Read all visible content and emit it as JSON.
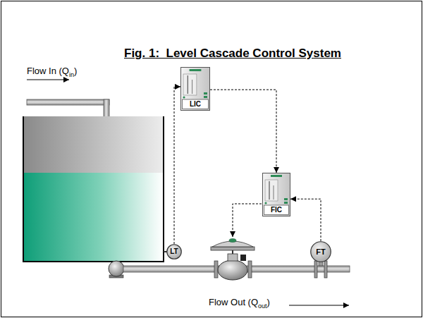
{
  "diagram": {
    "title": "Fig. 1:  Level Cascade Control System",
    "nodes": [
      {
        "text": [
          "LIC"
        ]
      },
      {
        "text": [
          "FIC"
        ]
      },
      {
        "text": [
          "LT"
        ]
      },
      {
        "text": [
          "FT"
        ]
      }
    ],
    "edges": [
      {
        "from": 2,
        "to": 0,
        "arrow": "to"
      },
      {
        "from": 0,
        "to": 1,
        "arrow": "to"
      },
      {
        "from": 3,
        "to": 1,
        "arrow": "to"
      }
    ],
    "labels": [
      "Flow In (Qin)",
      "Flow Out (Qout)"
    ]
  }
}
